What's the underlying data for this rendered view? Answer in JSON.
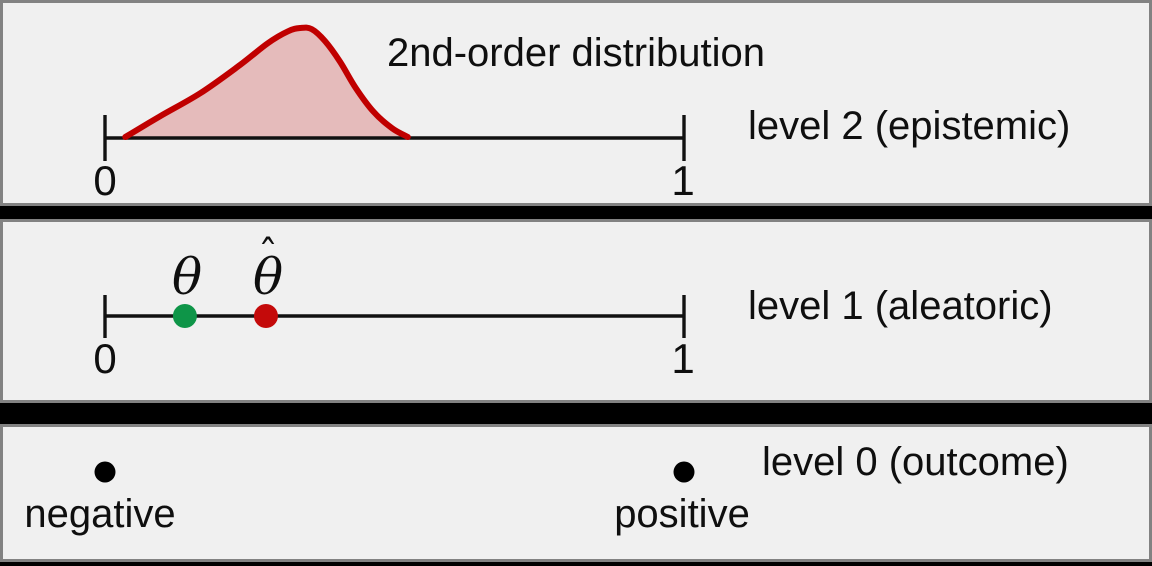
{
  "colors": {
    "background": "#000000",
    "panel_bg": "#f0f0f0",
    "panel_border": "#828282",
    "text": "#0f0f0f",
    "axis": "#111111",
    "curve_stroke": "#c00000",
    "curve_fill": "#e5bbbb",
    "theta_green": "#0e9548",
    "theta_hat_red": "#c40a0a",
    "outcome_dot": "#000000"
  },
  "panels": [
    {
      "name": "level-2",
      "caption": "level 2 (epistemic)",
      "annotation": "2nd-order distribution",
      "tick0": "0",
      "tick1": "1"
    },
    {
      "name": "level-1",
      "caption": "level 1 (aleatoric)",
      "theta": "θ",
      "theta_hat_base": "θ",
      "hat": "ˆ",
      "tick0": "0",
      "tick1": "1"
    },
    {
      "name": "level-0",
      "caption": "level 0 (outcome)",
      "negative": "negative",
      "positive": "positive"
    }
  ],
  "chart_data": [
    {
      "type": "area",
      "panel": "level 2 (epistemic)",
      "title": "2nd-order distribution",
      "xlabel": "",
      "x_range": [
        0,
        1
      ],
      "tick_labels": [
        "0",
        "1"
      ],
      "grid": false,
      "curve_support": [
        0.035,
        0.523
      ],
      "curve_mode": 0.333,
      "curve_points": [
        [
          0.035,
          0.0
        ],
        [
          0.095,
          0.19
        ],
        [
          0.164,
          0.4
        ],
        [
          0.233,
          0.66
        ],
        [
          0.281,
          0.86
        ],
        [
          0.316,
          0.97
        ],
        [
          0.337,
          1.0
        ],
        [
          0.357,
          0.99
        ],
        [
          0.38,
          0.88
        ],
        [
          0.406,
          0.69
        ],
        [
          0.433,
          0.45
        ],
        [
          0.464,
          0.23
        ],
        [
          0.496,
          0.08
        ],
        [
          0.523,
          0.0
        ]
      ],
      "stroke": "#c00000",
      "fill": "#e5bbbb"
    },
    {
      "type": "scatter",
      "panel": "level 1 (aleatoric)",
      "x_range": [
        0,
        1
      ],
      "tick_labels": [
        "0",
        "1"
      ],
      "points": [
        {
          "label": "θ",
          "x": 0.138,
          "color": "#0e9548"
        },
        {
          "label": "θ̂",
          "x": 0.278,
          "color": "#c40a0a"
        }
      ]
    },
    {
      "type": "scatter",
      "panel": "level 0 (outcome)",
      "points": [
        {
          "label": "negative",
          "x": 0.0,
          "color": "#000000"
        },
        {
          "label": "positive",
          "x": 1.0,
          "color": "#000000"
        }
      ]
    }
  ]
}
